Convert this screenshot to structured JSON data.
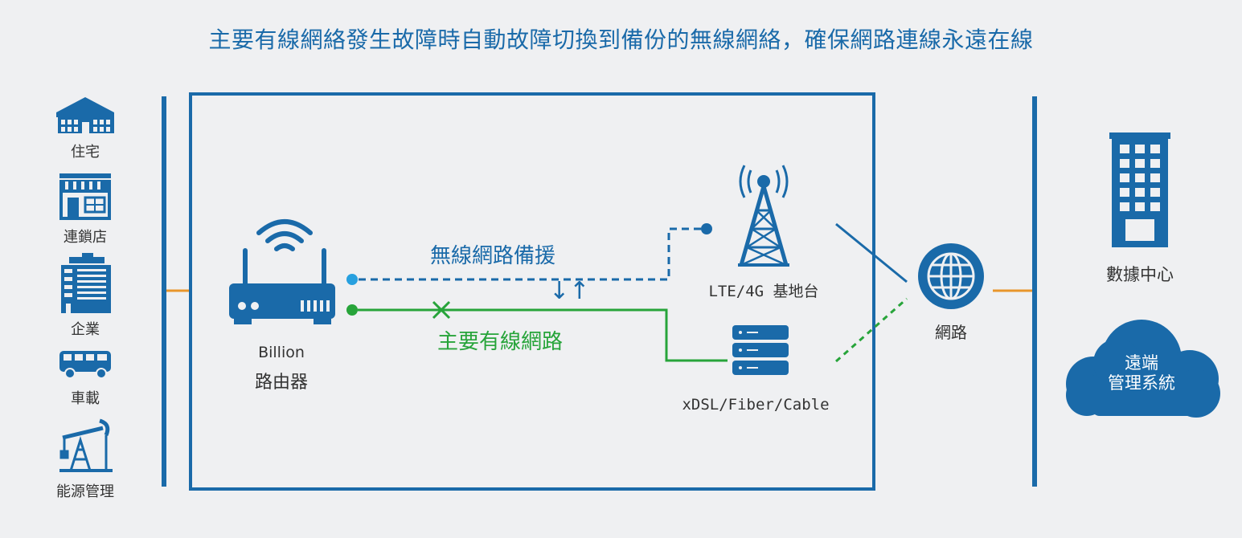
{
  "title": "主要有線網絡發生故障時自動故障切換到備份的無線網絡，確保網路連線永遠在線",
  "left_sites": [
    {
      "label": "住宅",
      "icon": "house-icon"
    },
    {
      "label": "連鎖店",
      "icon": "storefront-icon"
    },
    {
      "label": "企業",
      "icon": "office-building-icon"
    },
    {
      "label": "車載",
      "icon": "bus-icon"
    },
    {
      "label": "能源管理",
      "icon": "oil-pump-icon"
    }
  ],
  "router": {
    "brand": "Billion",
    "name": "路由器",
    "icon": "router-icon"
  },
  "wireless_path": {
    "label": "無線網路備援",
    "color": "#1a6aa9"
  },
  "wired_path": {
    "label": "主要有線網路",
    "color": "#27a43a"
  },
  "failover_symbol": "↓↑",
  "tower": {
    "label": "LTE/4G 基地台",
    "icon": "cell-tower-icon"
  },
  "modem": {
    "label": "xDSL/Fiber/Cable",
    "icon": "modem-icon"
  },
  "internet": {
    "label": "網路",
    "icon": "globe-icon"
  },
  "datacenter": {
    "label": "數據中心",
    "icon": "datacenter-building-icon"
  },
  "cloud": {
    "line1": "遠端",
    "line2": "管理系統",
    "icon": "cloud-icon"
  },
  "colors": {
    "blue": "#1a6aa9",
    "green": "#27a43a",
    "orange": "#e8962c",
    "light_blue": "#27a0df"
  }
}
